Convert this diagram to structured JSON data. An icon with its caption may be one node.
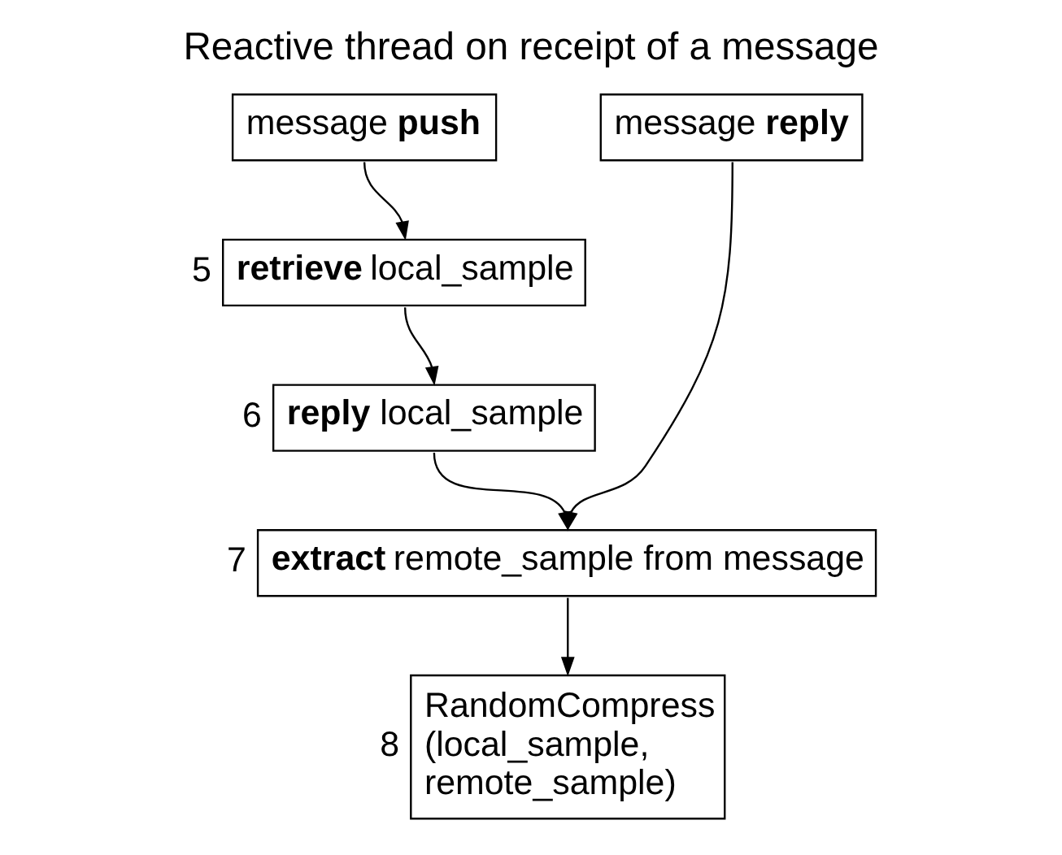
{
  "diagram": {
    "title": "Reactive thread on receipt of a message",
    "nodes": [
      {
        "text": [
          "message **push**"
        ]
      },
      {
        "text": [
          "message **reply**"
        ]
      },
      {
        "text": [
          "**retrieve** local_sample"
        ],
        "beside": [
          "5"
        ]
      },
      {
        "text": [
          "**reply** local_sample"
        ],
        "beside": [
          "6"
        ]
      },
      {
        "text": [
          "**extract** remote_sample from message"
        ],
        "beside": [
          "7"
        ]
      },
      {
        "text": [
          "RandomCompress (local_sample, remote_sample)"
        ],
        "beside": [
          "8"
        ]
      }
    ],
    "edges": [
      {
        "from": 0,
        "to": 2,
        "arrow": "to"
      },
      {
        "from": 2,
        "to": 3,
        "arrow": "to"
      },
      {
        "from": 3,
        "to": 4,
        "arrow": "to"
      },
      {
        "from": 1,
        "to": 4,
        "arrow": "to"
      },
      {
        "from": 4,
        "to": 5,
        "arrow": "to"
      }
    ]
  }
}
